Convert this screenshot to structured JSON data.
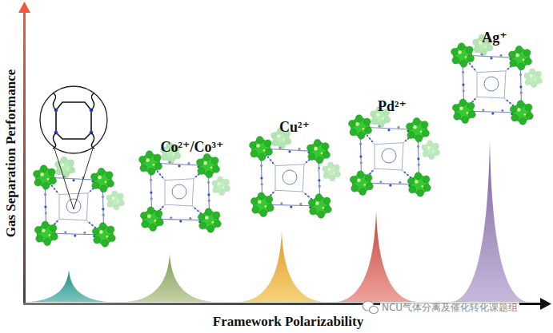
{
  "diagram": {
    "labels": [
      "Gas Separation Performance",
      "Framework Polarizability",
      "Co²⁺/Co³⁺",
      "Cu²⁺",
      "Pd²⁺",
      "Ag⁺",
      "NCU气体分离及催化转化课题组"
    ]
  }
}
